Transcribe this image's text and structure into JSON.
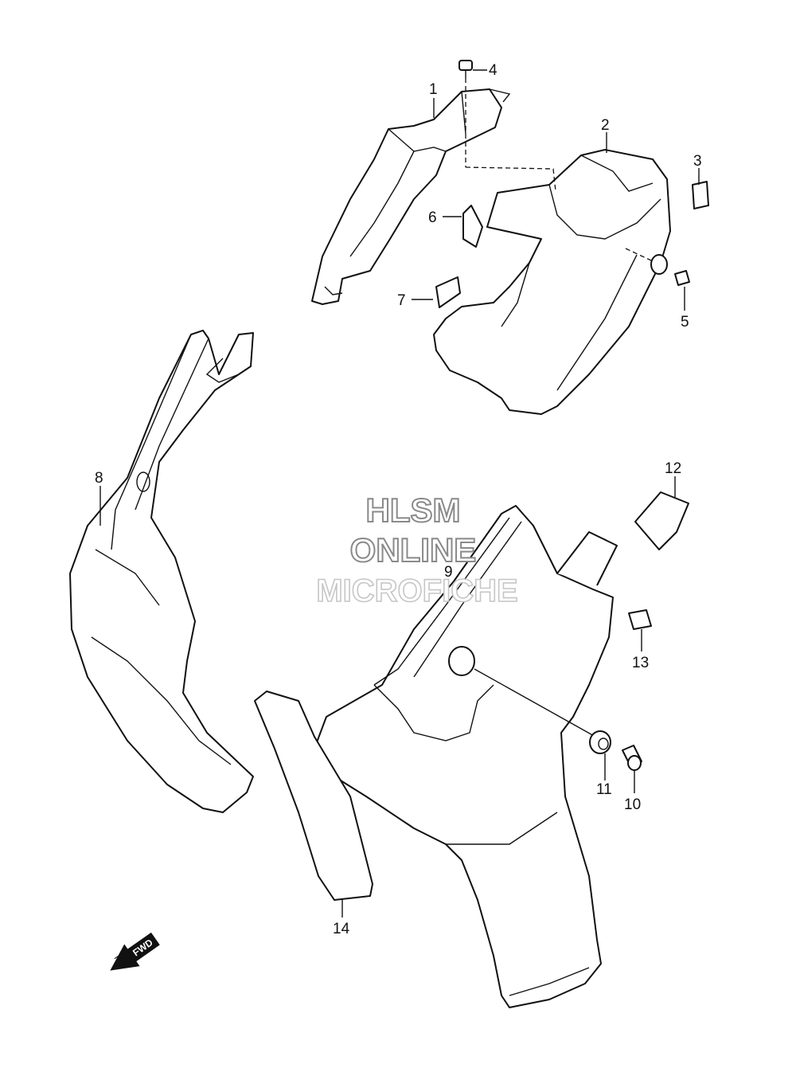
{
  "callouts": [
    {
      "id": "1",
      "label": "1"
    },
    {
      "id": "2",
      "label": "2"
    },
    {
      "id": "3",
      "label": "3"
    },
    {
      "id": "4",
      "label": "4"
    },
    {
      "id": "5",
      "label": "5"
    },
    {
      "id": "6",
      "label": "6"
    },
    {
      "id": "7",
      "label": "7"
    },
    {
      "id": "8",
      "label": "8"
    },
    {
      "id": "9",
      "label": "9"
    },
    {
      "id": "10",
      "label": "10"
    },
    {
      "id": "11",
      "label": "11"
    },
    {
      "id": "12",
      "label": "12"
    },
    {
      "id": "13",
      "label": "13"
    },
    {
      "id": "14",
      "label": "14"
    }
  ],
  "watermark": {
    "line1": "HLSM",
    "line2": "ONLINE",
    "line3": "MICROFICHE"
  },
  "direction_arrow": {
    "label": "FWD"
  },
  "icons": {
    "direction": "forward-arrow-icon"
  }
}
